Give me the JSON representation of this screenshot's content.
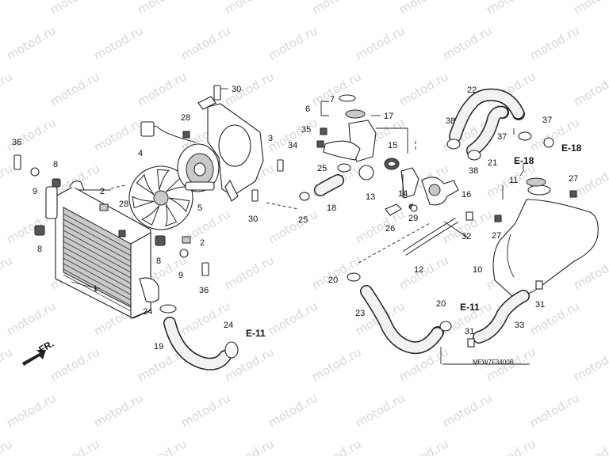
{
  "watermark": "motod.ru",
  "diagram_code": "MEW7F3400B",
  "front_marker": "FR.",
  "refs": {
    "e18_top": "E-18",
    "e18_mid": "E-18",
    "e11_left": "E-11",
    "e11_right": "E-11"
  },
  "labels": {
    "p1": "1",
    "p2a": "2",
    "p2b": "2",
    "p3": "3",
    "p4": "4",
    "p5": "5",
    "p6": "6",
    "p7": "7",
    "p8a": "8",
    "p8b": "8",
    "p8c": "8",
    "p9a": "9",
    "p9b": "9",
    "p10": "10",
    "p11": "11",
    "p12": "12",
    "p13": "13",
    "p14": "14",
    "p15": "15",
    "p16": "16",
    "p17": "17",
    "p18": "18",
    "p19": "19",
    "p20a": "20",
    "p20b": "20",
    "p21": "21",
    "p22": "22",
    "p23": "23",
    "p24a": "24",
    "p24b": "24",
    "p25a": "25",
    "p25b": "25",
    "p26": "26",
    "p27a": "27",
    "p27b": "27",
    "p28a": "28",
    "p28b": "28",
    "p29": "29",
    "p30a": "30",
    "p30b": "30",
    "p31a": "31",
    "p31b": "31",
    "p32": "32",
    "p33": "33",
    "p34": "34",
    "p35": "35",
    "p36a": "36",
    "p36b": "36",
    "p37a": "37",
    "p37b": "37",
    "p38a": "38",
    "p38b": "38"
  }
}
